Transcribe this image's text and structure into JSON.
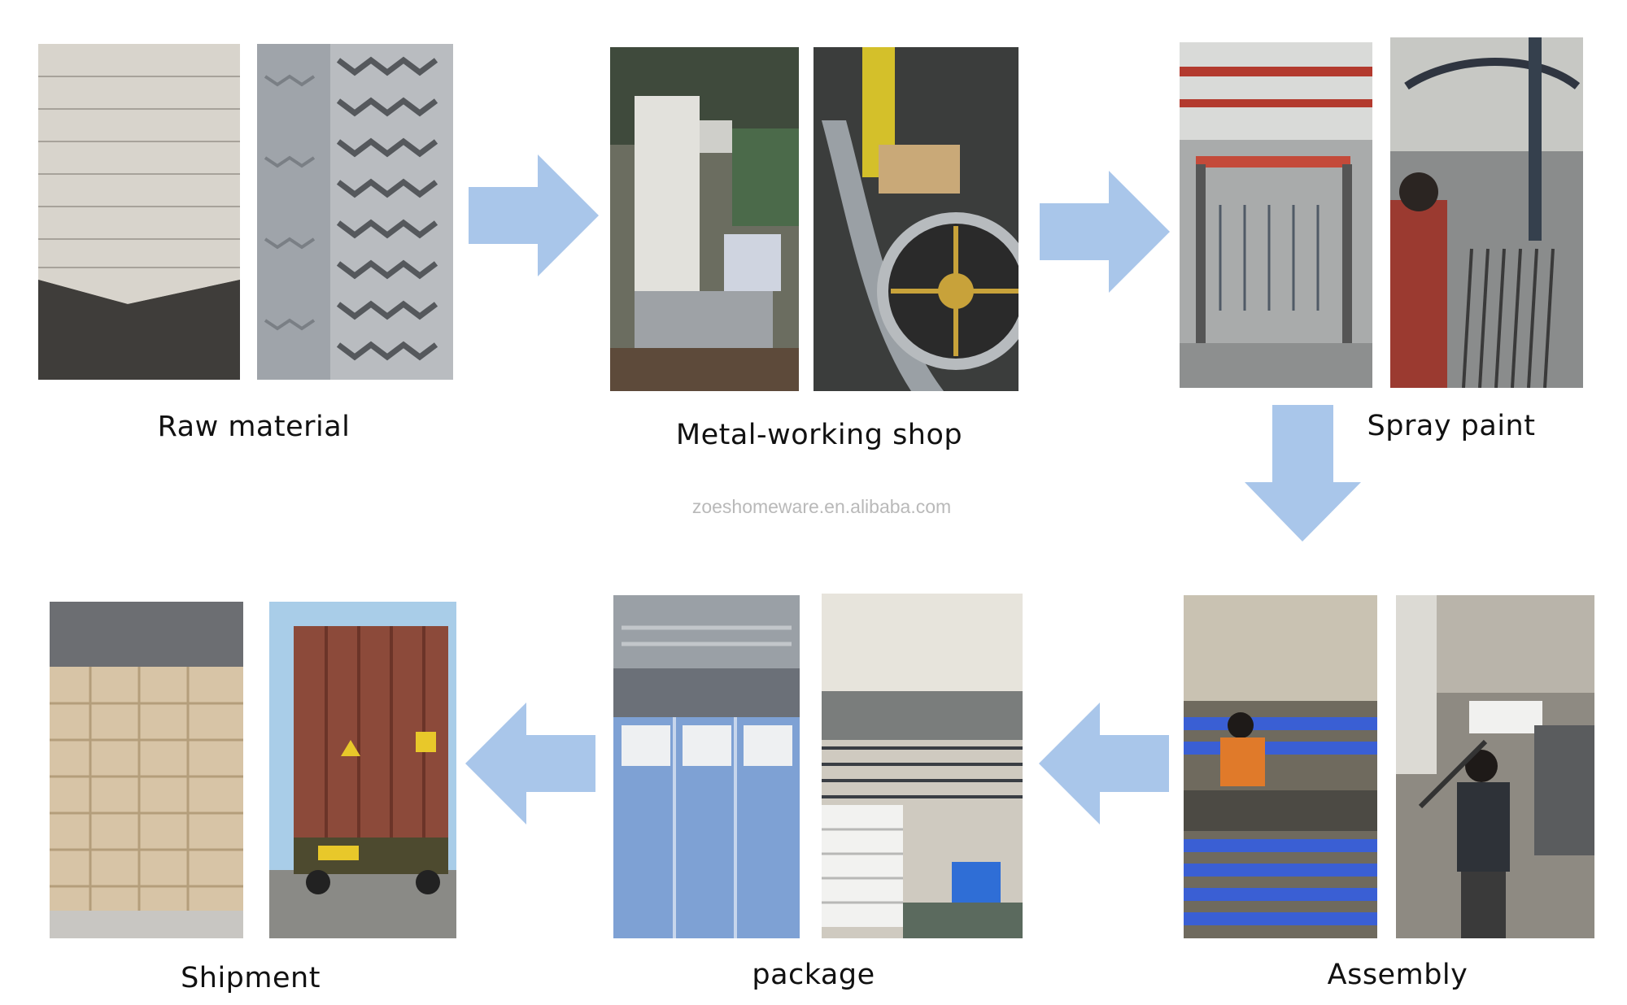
{
  "watermark": "zoeshomeware.en.alibaba.com",
  "colors": {
    "arrow": "#a9c6ea"
  },
  "steps": [
    {
      "label": "Raw material"
    },
    {
      "label": "Metal-working shop"
    },
    {
      "label": "Spray paint"
    },
    {
      "label": "Assembly"
    },
    {
      "label": "package"
    },
    {
      "label": "Shipment"
    }
  ],
  "arrows": [
    {
      "direction": "right",
      "from": "Raw material",
      "to": "Metal-working shop"
    },
    {
      "direction": "right",
      "from": "Metal-working shop",
      "to": "Spray paint"
    },
    {
      "direction": "down",
      "from": "Spray paint",
      "to": "Assembly"
    },
    {
      "direction": "left",
      "from": "Assembly",
      "to": "package"
    },
    {
      "direction": "left",
      "from": "package",
      "to": "Shipment"
    }
  ]
}
